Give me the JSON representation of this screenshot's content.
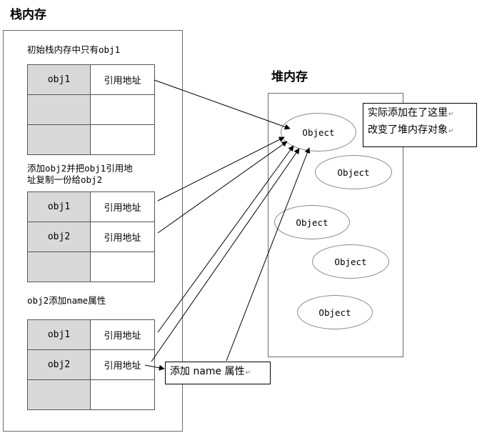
{
  "stack": {
    "title": "栈内存",
    "group1": {
      "caption": "初始栈内存中只有obj1",
      "rows": [
        [
          "obj1",
          "引用地址"
        ],
        [
          "",
          ""
        ],
        [
          "",
          ""
        ]
      ]
    },
    "group2": {
      "caption_line1": "添加obj2并把obj1引用地",
      "caption_line2": "址复制一份给obj2",
      "rows": [
        [
          "obj1",
          "引用地址"
        ],
        [
          "obj2",
          "引用地址"
        ],
        [
          "",
          ""
        ]
      ]
    },
    "group3": {
      "caption": "obj2添加name属性",
      "rows": [
        [
          "obj1",
          "引用地址"
        ],
        [
          "obj2",
          "引用地址"
        ],
        [
          "",
          ""
        ]
      ]
    }
  },
  "heap": {
    "title": "堆内存",
    "objects": [
      "Object",
      "Object",
      "Object",
      "Object",
      "Object"
    ]
  },
  "notes": {
    "heap_note_line1": "实际添加在了这里",
    "heap_note_line2": "改变了堆内存对象",
    "add_note": "添加 name 属性",
    "return_mark": "↵"
  }
}
